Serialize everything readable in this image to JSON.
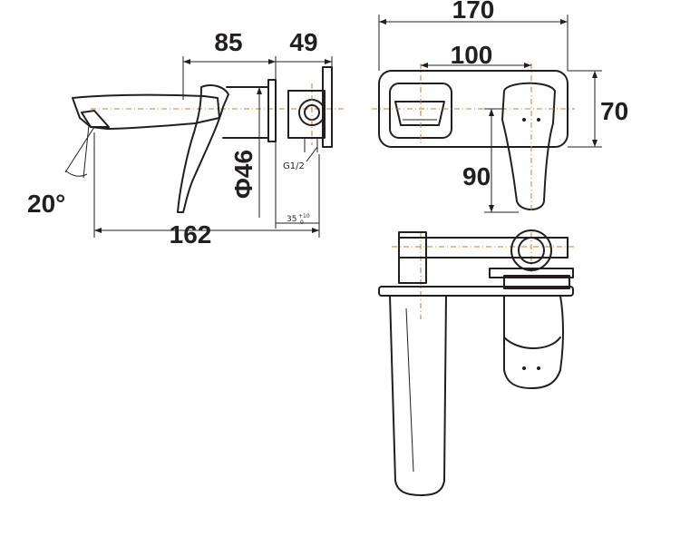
{
  "side_view": {
    "dim_spout": "85",
    "dim_body": "49",
    "dim_total": "162",
    "dim_diameter": "Φ46",
    "dim_angle": "20°",
    "thread_label": "G1/2",
    "dim_depth_base": "35",
    "dim_depth_tol_upper": "+10",
    "dim_depth_tol_lower": "0"
  },
  "front_view": {
    "dim_width": "170",
    "dim_centers": "100",
    "dim_height": "70",
    "dim_drop": "90"
  },
  "colors": {
    "line": "#231f20",
    "centerline": "#c97b2e"
  }
}
